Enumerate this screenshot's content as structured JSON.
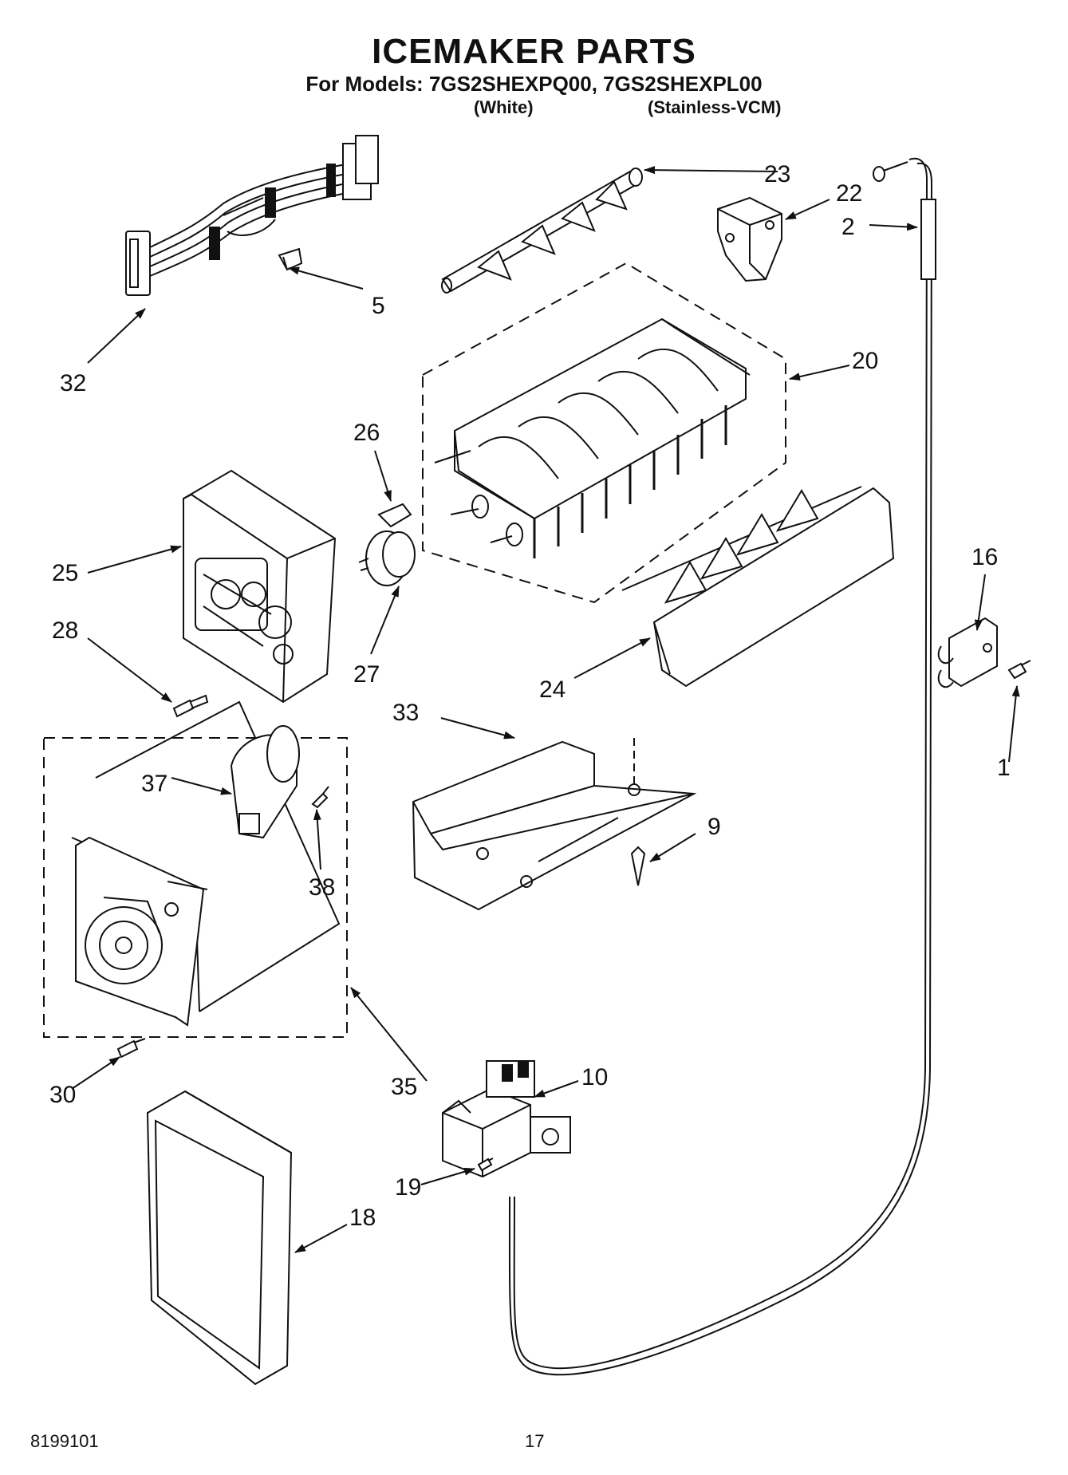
{
  "header": {
    "title": "ICEMAKER PARTS",
    "subtitle": "For Models: 7GS2SHEXPQ00, 7GS2SHEXPL00",
    "variant_white": "(White)",
    "variant_stainless": "(Stainless-VCM)"
  },
  "callouts": {
    "c1": "1",
    "c2": "2",
    "c5": "5",
    "c9": "9",
    "c10": "10",
    "c16": "16",
    "c18": "18",
    "c19": "19",
    "c20": "20",
    "c22": "22",
    "c23": "23",
    "c24": "24",
    "c25": "25",
    "c26": "26",
    "c27": "27",
    "c28": "28",
    "c30": "30",
    "c32": "32",
    "c33": "33",
    "c35": "35",
    "c37": "37",
    "c38": "38"
  },
  "footer": {
    "doc_number": "8199101",
    "page_number": "17"
  }
}
